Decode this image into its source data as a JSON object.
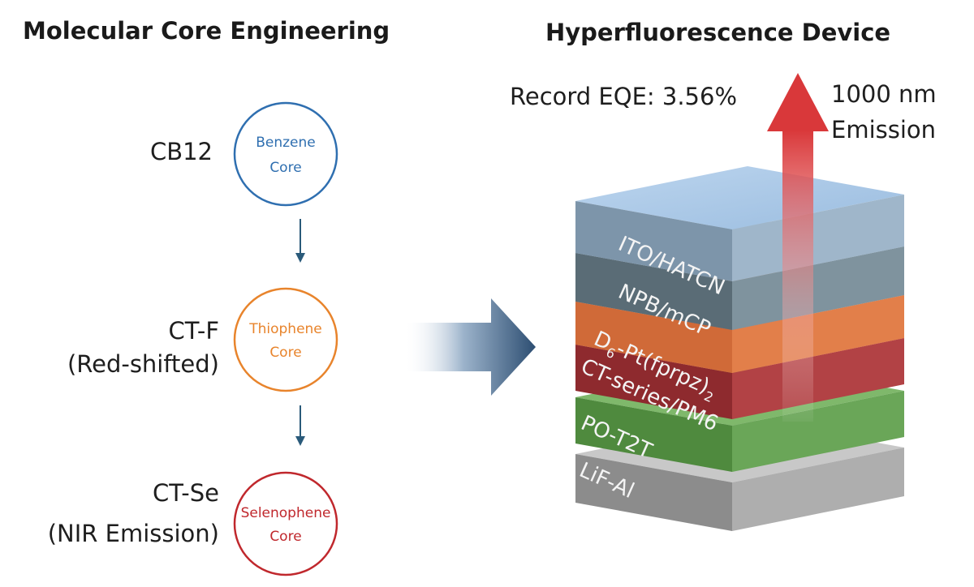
{
  "left_panel": {
    "title": "Molecular Core Engineering",
    "stages": [
      {
        "name": "CB12",
        "note": "",
        "core_line1": "Benzene",
        "core_line2": "Core",
        "color": "#2f6fb0"
      },
      {
        "name": "CT-F",
        "note": "(Red-shifted)",
        "core_line1": "Thiophene",
        "core_line2": "Core",
        "color": "#e8842c"
      },
      {
        "name": "CT-Se",
        "note": "(NIR Emission)",
        "core_line1": "Selenophene",
        "core_line2": "Core",
        "color": "#c0282d"
      }
    ]
  },
  "right_panel": {
    "title": "Hyperfluorescence Device",
    "eqe_label": "Record EQE: 3.56%",
    "emission_line1": "1000 nm",
    "emission_line2": "Emission",
    "layers": {
      "ito": "ITO/HATCN",
      "npb": "NPB/mCP",
      "d6_prefix": "D",
      "d6_sub": "6",
      "d6_mid": "-Pt(fprpz)",
      "d6_sub2": "2",
      "ct": "CT-series/PM6",
      "po": "PO-T2T",
      "lif": "LiF-Al"
    }
  },
  "colors": {
    "benzene": "#2f6fb0",
    "thiophene": "#e8842c",
    "selenophene": "#c0282d",
    "arrow_small": "#2a5a7a",
    "big_arrow": "#2d4e72",
    "emission_arrow": "#d9383a"
  }
}
